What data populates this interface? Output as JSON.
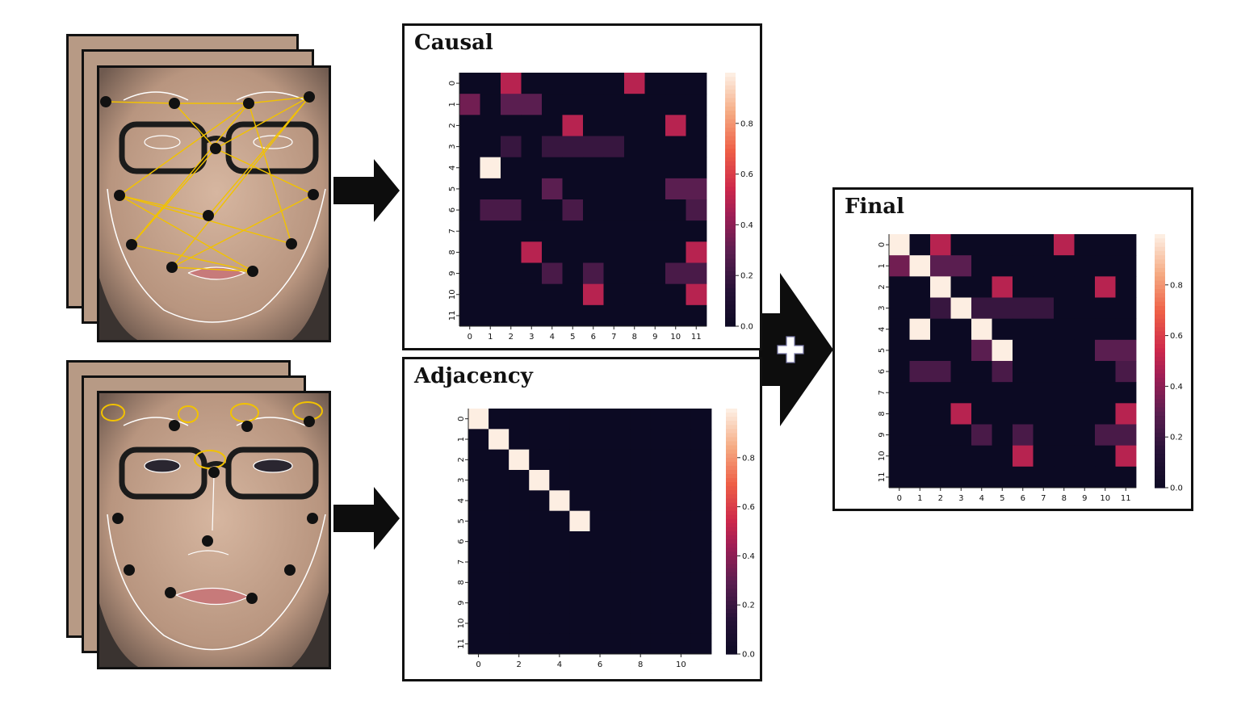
{
  "panels": {
    "causal": {
      "title": "Causal"
    },
    "adjacency": {
      "title": "Adjacency"
    },
    "final": {
      "title": "Final"
    }
  },
  "colorbar": {
    "ticks": [
      0.0,
      0.2,
      0.4,
      0.6,
      0.8
    ]
  },
  "icons": {
    "arrow": "right-arrow-icon",
    "plus": "plus-icon"
  },
  "chart_data": [
    {
      "type": "heatmap",
      "title": "Causal",
      "rows": [
        "0",
        "1",
        "2",
        "3",
        "4",
        "5",
        "6",
        "7",
        "8",
        "9",
        "10",
        "11"
      ],
      "cols": [
        "0",
        "1",
        "2",
        "3",
        "4",
        "5",
        "6",
        "7",
        "8",
        "9",
        "10",
        "11"
      ],
      "xticks": [
        "0",
        "1",
        "2",
        "3",
        "4",
        "5",
        "6",
        "7",
        "8",
        "9",
        "10",
        "11"
      ],
      "zlim": [
        0,
        1
      ],
      "values": [
        [
          0,
          0,
          0.5,
          0,
          0,
          0,
          0,
          0,
          0.5,
          0,
          0,
          0
        ],
        [
          0.35,
          0,
          0.3,
          0.3,
          0,
          0,
          0,
          0,
          0,
          0,
          0,
          0
        ],
        [
          0,
          0,
          0,
          0,
          0,
          0.5,
          0,
          0,
          0,
          0,
          0.5,
          0
        ],
        [
          0,
          0,
          0.2,
          0,
          0.2,
          0.2,
          0.2,
          0.2,
          0,
          0,
          0,
          0
        ],
        [
          0,
          1,
          0,
          0,
          0,
          0,
          0,
          0,
          0,
          0,
          0,
          0
        ],
        [
          0,
          0,
          0,
          0,
          0.3,
          0,
          0,
          0,
          0,
          0,
          0.3,
          0.3
        ],
        [
          0,
          0.25,
          0.25,
          0,
          0,
          0.25,
          0,
          0,
          0,
          0,
          0,
          0.25
        ],
        [
          0,
          0,
          0,
          0,
          0,
          0,
          0,
          0,
          0,
          0,
          0,
          0
        ],
        [
          0,
          0,
          0,
          0.5,
          0,
          0,
          0,
          0,
          0,
          0,
          0,
          0.5
        ],
        [
          0,
          0,
          0,
          0,
          0.25,
          0,
          0.25,
          0,
          0,
          0,
          0.25,
          0.25
        ],
        [
          0,
          0,
          0,
          0,
          0,
          0,
          0.5,
          0,
          0,
          0,
          0,
          0.5
        ],
        [
          0,
          0,
          0,
          0,
          0,
          0,
          0,
          0,
          0,
          0,
          0,
          0
        ]
      ]
    },
    {
      "type": "heatmap",
      "title": "Adjacency",
      "rows": [
        "0",
        "1",
        "2",
        "3",
        "4",
        "5",
        "6",
        "7",
        "8",
        "9",
        "10",
        "11"
      ],
      "cols": [
        "0",
        "1",
        "2",
        "3",
        "4",
        "5",
        "6",
        "7",
        "8",
        "9",
        "10",
        "11"
      ],
      "xticks": [
        "0",
        "",
        "2",
        "",
        "4",
        "",
        "6",
        "",
        "8",
        "",
        "10",
        ""
      ],
      "zlim": [
        0,
        1
      ],
      "values": [
        [
          1,
          0,
          0,
          0,
          0,
          0,
          0,
          0,
          0,
          0,
          0,
          0
        ],
        [
          0,
          1,
          0,
          0,
          0,
          0,
          0,
          0,
          0,
          0,
          0,
          0
        ],
        [
          0,
          0,
          1,
          0,
          0,
          0,
          0,
          0,
          0,
          0,
          0,
          0
        ],
        [
          0,
          0,
          0,
          1,
          0,
          0,
          0,
          0,
          0,
          0,
          0,
          0
        ],
        [
          0,
          0,
          0,
          0,
          1,
          0,
          0,
          0,
          0,
          0,
          0,
          0
        ],
        [
          0,
          0,
          0,
          0,
          0,
          1,
          0,
          0,
          0,
          0,
          0,
          0
        ],
        [
          0,
          0,
          0,
          0,
          0,
          0,
          0,
          0,
          0,
          0,
          0,
          0
        ],
        [
          0,
          0,
          0,
          0,
          0,
          0,
          0,
          0,
          0,
          0,
          0,
          0
        ],
        [
          0,
          0,
          0,
          0,
          0,
          0,
          0,
          0,
          0,
          0,
          0,
          0
        ],
        [
          0,
          0,
          0,
          0,
          0,
          0,
          0,
          0,
          0,
          0,
          0,
          0
        ],
        [
          0,
          0,
          0,
          0,
          0,
          0,
          0,
          0,
          0,
          0,
          0,
          0
        ],
        [
          0,
          0,
          0,
          0,
          0,
          0,
          0,
          0,
          0,
          0,
          0,
          0
        ]
      ]
    },
    {
      "type": "heatmap",
      "title": "Final",
      "rows": [
        "0",
        "1",
        "2",
        "3",
        "4",
        "5",
        "6",
        "7",
        "8",
        "9",
        "10",
        "11"
      ],
      "cols": [
        "0",
        "1",
        "2",
        "3",
        "4",
        "5",
        "6",
        "7",
        "8",
        "9",
        "10",
        "11"
      ],
      "xticks": [
        "0",
        "1",
        "2",
        "3",
        "4",
        "5",
        "6",
        "7",
        "8",
        "9",
        "10",
        "11"
      ],
      "zlim": [
        0,
        1
      ],
      "values": [
        [
          1,
          0,
          0.5,
          0,
          0,
          0,
          0,
          0,
          0.5,
          0,
          0,
          0
        ],
        [
          0.35,
          1,
          0.3,
          0.3,
          0,
          0,
          0,
          0,
          0,
          0,
          0,
          0
        ],
        [
          0,
          0,
          1,
          0,
          0,
          0.5,
          0,
          0,
          0,
          0,
          0.5,
          0
        ],
        [
          0,
          0,
          0.2,
          1,
          0.2,
          0.2,
          0.2,
          0.2,
          0,
          0,
          0,
          0
        ],
        [
          0,
          1,
          0,
          0,
          1,
          0,
          0,
          0,
          0,
          0,
          0,
          0
        ],
        [
          0,
          0,
          0,
          0,
          0.3,
          1,
          0,
          0,
          0,
          0,
          0.3,
          0.3
        ],
        [
          0,
          0.25,
          0.25,
          0,
          0,
          0.25,
          0,
          0,
          0,
          0,
          0,
          0.25
        ],
        [
          0,
          0,
          0,
          0,
          0,
          0,
          0,
          0,
          0,
          0,
          0,
          0
        ],
        [
          0,
          0,
          0,
          0.5,
          0,
          0,
          0,
          0,
          0,
          0,
          0,
          0.5
        ],
        [
          0,
          0,
          0,
          0,
          0.25,
          0,
          0.25,
          0,
          0,
          0,
          0.25,
          0.25
        ],
        [
          0,
          0,
          0,
          0,
          0,
          0,
          0.5,
          0,
          0,
          0,
          0,
          0.5
        ],
        [
          0,
          0,
          0,
          0,
          0,
          0,
          0,
          0,
          0,
          0,
          0,
          0
        ]
      ]
    }
  ]
}
